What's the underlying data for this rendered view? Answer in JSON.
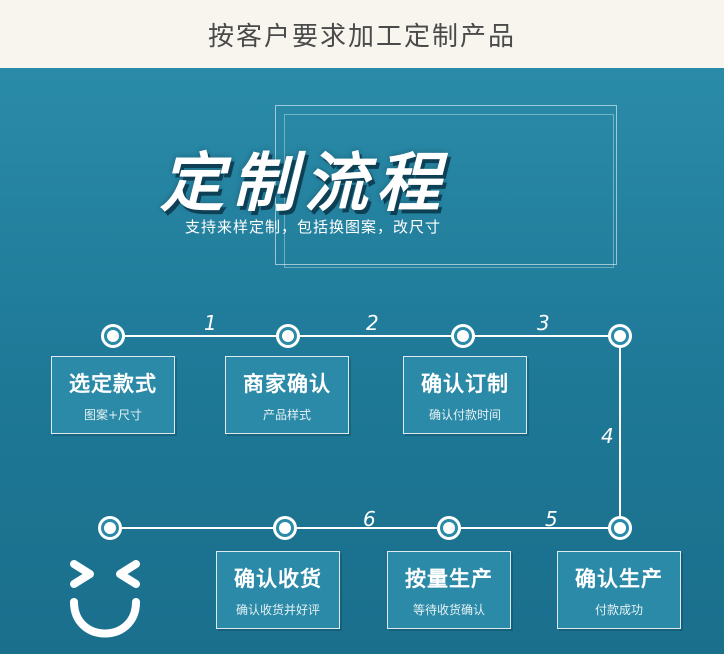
{
  "header": {
    "title": "按客户要求加工定制产品"
  },
  "hero": {
    "title": "定制流程",
    "subtitle": "支持来样定制，包括换图案，改尺寸"
  },
  "steps": {
    "numbers": [
      "1",
      "2",
      "3",
      "4",
      "5",
      "6"
    ]
  },
  "cards": [
    {
      "title": "选定款式",
      "sub": "图案+尺寸"
    },
    {
      "title": "商家确认",
      "sub": "产品样式"
    },
    {
      "title": "确认订制",
      "sub": "确认付款时间"
    },
    {
      "title": "确认生产",
      "sub": "付款成功"
    },
    {
      "title": "按量生产",
      "sub": "等待收货确认"
    },
    {
      "title": "确认收货",
      "sub": "确认收货并好评"
    }
  ],
  "colors": {
    "background": "#1f7a96",
    "header_bg": "#f7f5ee",
    "line": "#ffffff"
  },
  "icons": {
    "mascot": "smiley-face-icon"
  }
}
